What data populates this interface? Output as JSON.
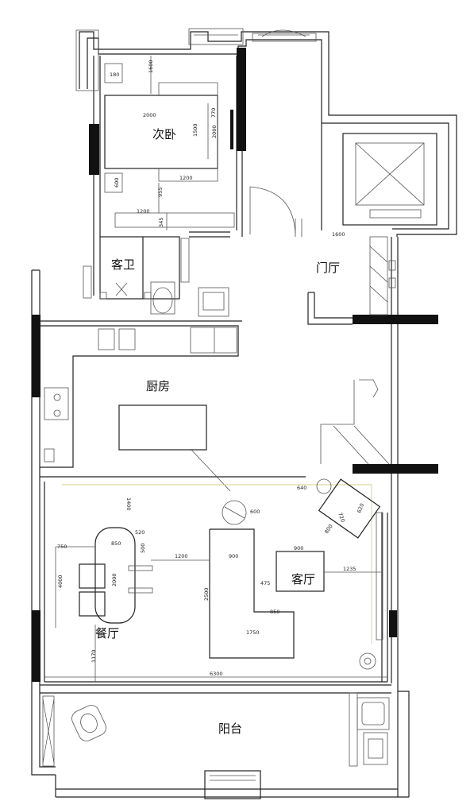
{
  "rooms": {
    "secondary_bedroom": "次卧",
    "guest_bathroom": "客卫",
    "foyer": "门厅",
    "kitchen": "厨房",
    "living_room": "客厅",
    "dining_room": "餐厅",
    "balcony": "阳台"
  },
  "dimensions": {
    "d180": "180",
    "d1600": "1600",
    "d2000_a": "2000",
    "d770": "770",
    "d1500": "1500",
    "d2000_b": "2000",
    "d600": "600",
    "d955": "955",
    "d1200_a": "1200",
    "d1200_b": "1200",
    "d345": "345",
    "d1400": "1400",
    "d750": "750",
    "d850": "850",
    "d520": "520",
    "d500": "500",
    "d1200_c": "1200",
    "d900_a": "900",
    "d4000": "4000",
    "d2000_c": "2000",
    "d2500": "2500",
    "d475": "475",
    "d850_b": "850",
    "d1750": "1750",
    "d1170": "1170",
    "d6300": "6300",
    "d900_b": "900",
    "d1235": "1235",
    "d640": "640",
    "d720": "720",
    "d800": "800",
    "d620": "620",
    "d600_b": "600",
    "d1600_b": "1600"
  }
}
